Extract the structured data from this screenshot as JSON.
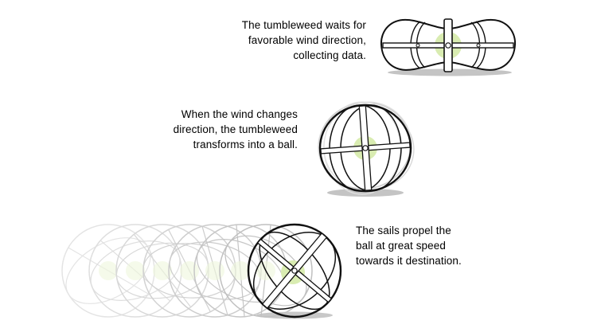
{
  "steps": [
    {
      "lines": [
        "The tumbleweed waits for",
        "favorable wind direction,",
        "collecting data."
      ]
    },
    {
      "lines": [
        "When the wind changes",
        "direction, the tumbleweed",
        "transforms into a ball."
      ]
    },
    {
      "lines": [
        "The sails propel the",
        "ball at great speed",
        "towards it destination."
      ]
    }
  ],
  "colors": {
    "stroke": "#111111",
    "ghost_stroke": "#cfcfcf",
    "shadow": "#c4c4c4",
    "core_fill": "#d9ecb1"
  }
}
